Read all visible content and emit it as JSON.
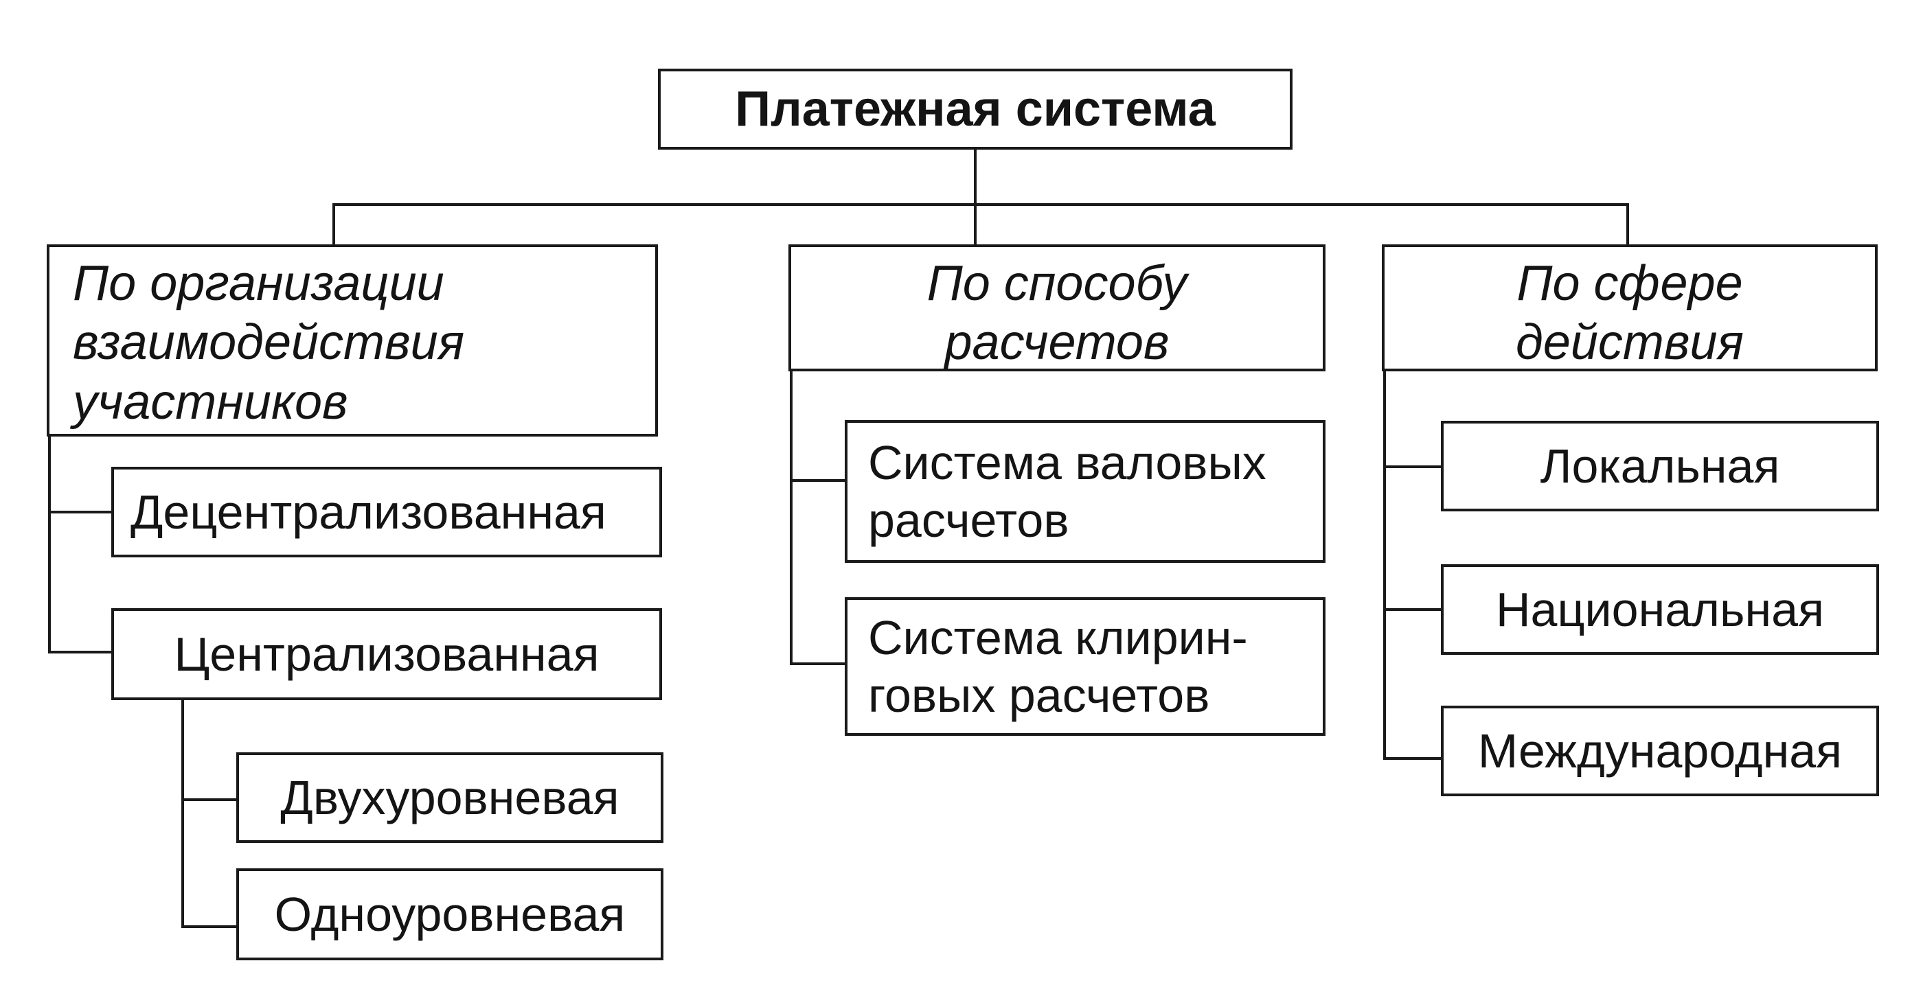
{
  "root": {
    "label": "Платежная система"
  },
  "branches": [
    {
      "label": "По организации\nвзаимодействия\nучастников",
      "items": [
        {
          "label": "Децентрализованная"
        },
        {
          "label": "Централизованная",
          "children": [
            {
              "label": "Двухуровневая"
            },
            {
              "label": "Одноуровневая"
            }
          ]
        }
      ]
    },
    {
      "label": "По способу\nрасчетов",
      "items": [
        {
          "label": "Система валовых\nрасчетов"
        },
        {
          "label": "Система клирин-\nговых расчетов"
        }
      ]
    },
    {
      "label": "По сфере\nдействия",
      "items": [
        {
          "label": "Локальная"
        },
        {
          "label": "Национальная"
        },
        {
          "label": "Международная"
        }
      ]
    }
  ],
  "colors": {
    "line": "#1a1a1a",
    "text": "#141414",
    "background": "#ffffff"
  }
}
